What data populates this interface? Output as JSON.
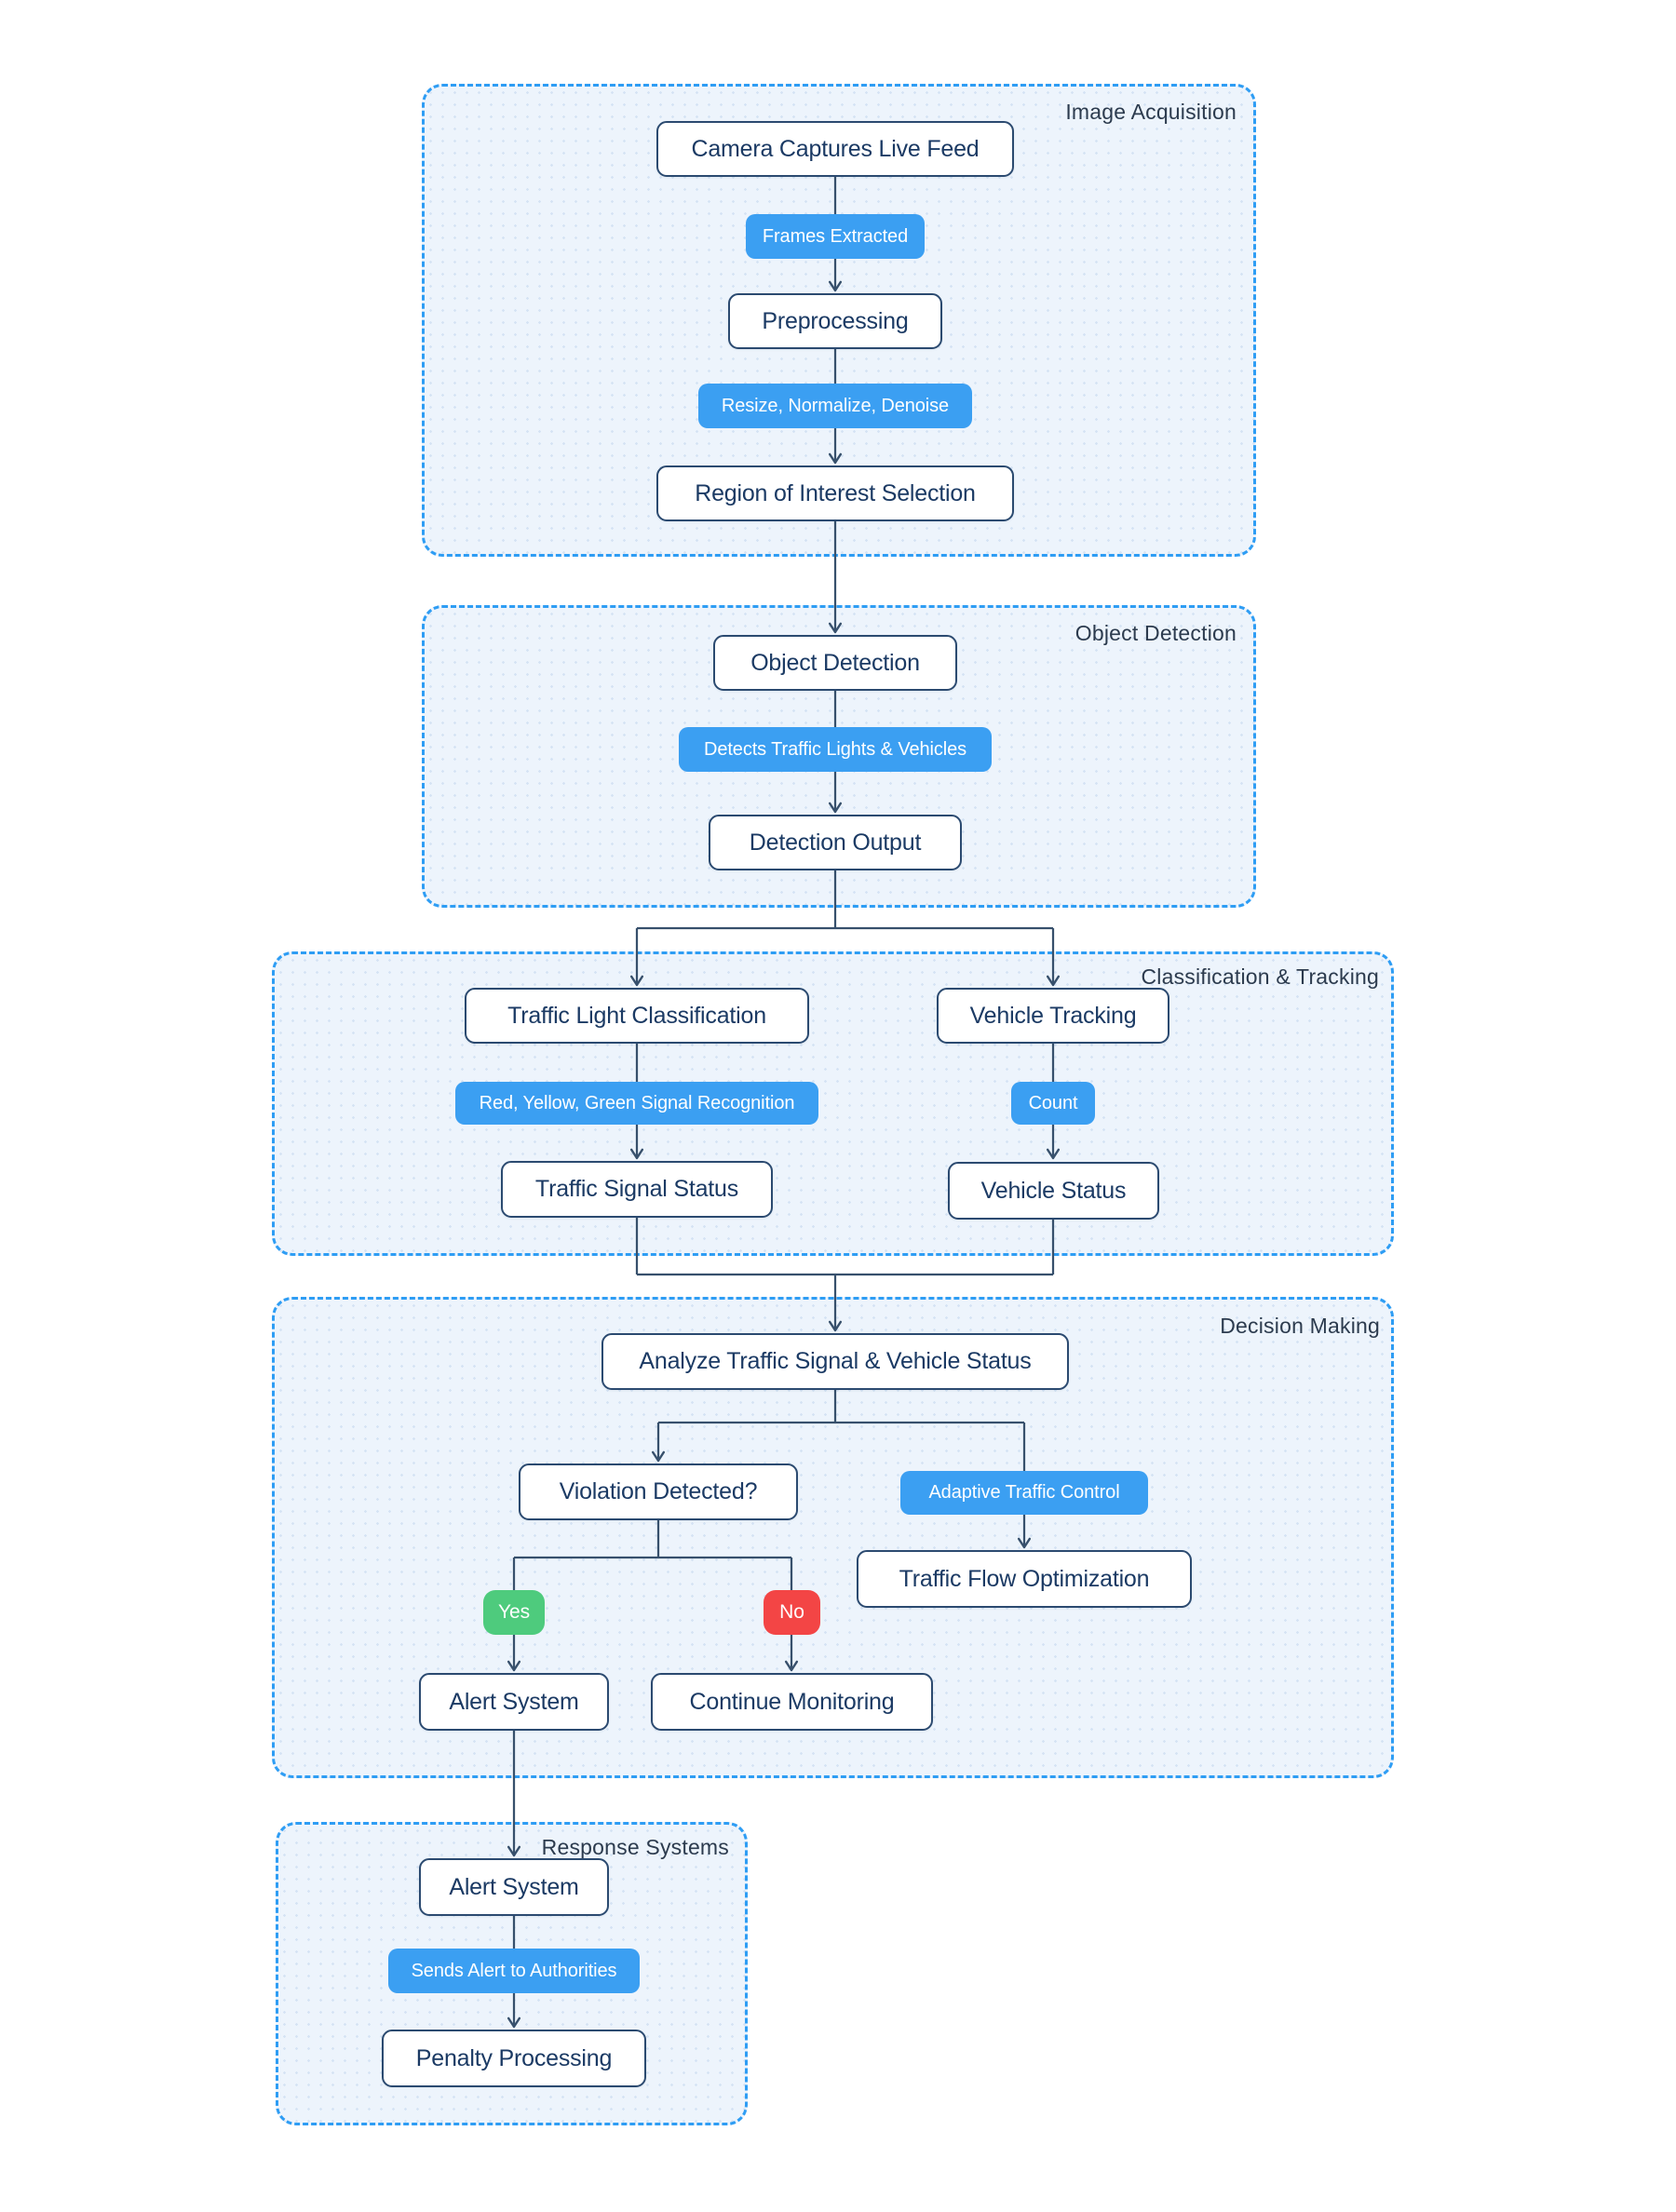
{
  "sections": [
    {
      "id": "image-acquisition",
      "label": "Image Acquisition"
    },
    {
      "id": "object-detection",
      "label": "Object Detection"
    },
    {
      "id": "classification-tracking",
      "label": "Classification & Tracking"
    },
    {
      "id": "decision-making",
      "label": "Decision Making"
    },
    {
      "id": "response-systems",
      "label": "Response Systems"
    }
  ],
  "nodes": {
    "camera": "Camera Captures Live Feed",
    "frames_extracted": "Frames Extracted",
    "preprocessing": "Preprocessing",
    "resize_normalize_denoise": "Resize, Normalize, Denoise",
    "roi_selection": "Region of Interest Selection",
    "object_detection": "Object Detection",
    "detects_lights_vehicles": "Detects Traffic Lights & Vehicles",
    "detection_output": "Detection Output",
    "traffic_light_classification": "Traffic Light Classification",
    "vehicle_tracking": "Vehicle Tracking",
    "signal_recognition": "Red, Yellow, Green Signal Recognition",
    "count": "Count",
    "traffic_signal_status": "Traffic Signal Status",
    "vehicle_status": "Vehicle Status",
    "analyze": "Analyze Traffic Signal & Vehicle Status",
    "violation_detected": "Violation Detected?",
    "adaptive_traffic_control": "Adaptive Traffic Control",
    "traffic_flow_optimization": "Traffic Flow Optimization",
    "yes": "Yes",
    "no": "No",
    "alert_system_decision": "Alert System",
    "continue_monitoring": "Continue Monitoring",
    "alert_system_response": "Alert System",
    "sends_alert": "Sends Alert to Authorities",
    "penalty_processing": "Penalty Processing"
  },
  "colors": {
    "accent_blue": "#3b9ff2",
    "yes_green": "#4ecb7d",
    "no_red": "#f34545",
    "line_color": "#37506c",
    "node_border": "#2b4a70",
    "node_text": "#1b3a64",
    "section_border": "#2e9df4",
    "section_bg": "#edf4fc",
    "section_dot": "#d5e3f4",
    "section_label": "#2c3b4e",
    "canvas_bg": "#ffffff"
  }
}
